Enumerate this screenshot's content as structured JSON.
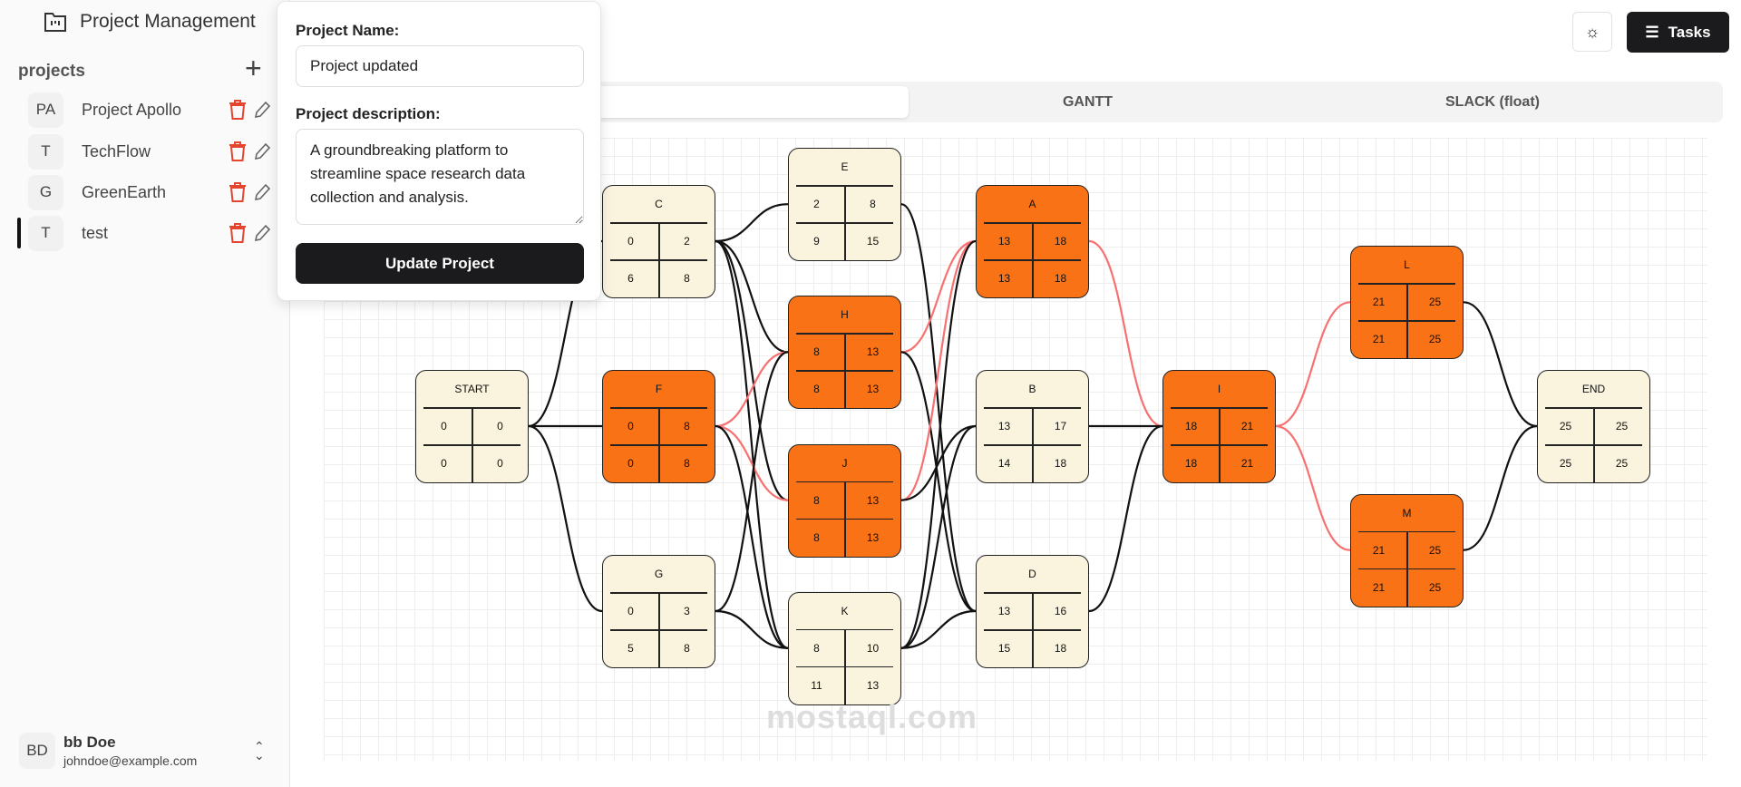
{
  "app": {
    "title": "Project Management"
  },
  "sidebar": {
    "section_label": "projects",
    "items": [
      {
        "initials": "PA",
        "name": "Project Apollo",
        "active": false
      },
      {
        "initials": "T",
        "name": "TechFlow",
        "active": false
      },
      {
        "initials": "G",
        "name": "GreenEarth",
        "active": false
      },
      {
        "initials": "T",
        "name": "test",
        "active": true
      }
    ],
    "user": {
      "initials": "BD",
      "name": "bb Doe",
      "email": "johndoe@example.com"
    }
  },
  "popup": {
    "name_label": "Project Name:",
    "name_value": "Project updated",
    "desc_label": "Project description:",
    "desc_value": "A groundbreaking platform to streamline space research data collection and analysis.",
    "button": "Update Project"
  },
  "header": {
    "tasks_label": "Tasks"
  },
  "tabs": [
    "",
    "GANTT",
    "SLACK (float)"
  ],
  "colors": {
    "critical": "#f97316",
    "normal": "#faf3dd",
    "critical_edge": "#f87171",
    "edge": "#111111"
  },
  "network": {
    "nodes": [
      {
        "id": "START",
        "es": 0,
        "ef": 0,
        "ls": 0,
        "lf": 0,
        "critical": false,
        "col": 0,
        "row": 2
      },
      {
        "id": "C",
        "es": 0,
        "ef": 2,
        "ls": 6,
        "lf": 8,
        "critical": false,
        "col": 1,
        "row": 1
      },
      {
        "id": "F",
        "es": 0,
        "ef": 8,
        "ls": 0,
        "lf": 8,
        "critical": true,
        "col": 1,
        "row": 2
      },
      {
        "id": "G",
        "es": 0,
        "ef": 3,
        "ls": 5,
        "lf": 8,
        "critical": false,
        "col": 1,
        "row": 3
      },
      {
        "id": "E",
        "es": 2,
        "ef": 8,
        "ls": 9,
        "lf": 15,
        "critical": false,
        "col": 2,
        "row": 0.8
      },
      {
        "id": "H",
        "es": 8,
        "ef": 13,
        "ls": 8,
        "lf": 13,
        "critical": true,
        "col": 2,
        "row": 1.6
      },
      {
        "id": "J",
        "es": 8,
        "ef": 13,
        "ls": 8,
        "lf": 13,
        "critical": true,
        "col": 2,
        "row": 2.4
      },
      {
        "id": "K",
        "es": 8,
        "ef": 10,
        "ls": 11,
        "lf": 13,
        "critical": false,
        "col": 2,
        "row": 3.2
      },
      {
        "id": "A",
        "es": 13,
        "ef": 18,
        "ls": 13,
        "lf": 18,
        "critical": true,
        "col": 3,
        "row": 1
      },
      {
        "id": "B",
        "es": 13,
        "ef": 17,
        "ls": 14,
        "lf": 18,
        "critical": false,
        "col": 3,
        "row": 2
      },
      {
        "id": "D",
        "es": 13,
        "ef": 16,
        "ls": 15,
        "lf": 18,
        "critical": false,
        "col": 3,
        "row": 3
      },
      {
        "id": "I",
        "es": 18,
        "ef": 21,
        "ls": 18,
        "lf": 21,
        "critical": true,
        "col": 4,
        "row": 2
      },
      {
        "id": "L",
        "es": 21,
        "ef": 25,
        "ls": 21,
        "lf": 25,
        "critical": true,
        "col": 5,
        "row": 1.33
      },
      {
        "id": "M",
        "es": 21,
        "ef": 25,
        "ls": 21,
        "lf": 25,
        "critical": true,
        "col": 5,
        "row": 2.67
      },
      {
        "id": "END",
        "es": 25,
        "ef": 25,
        "ls": 25,
        "lf": 25,
        "critical": false,
        "col": 6,
        "row": 2
      }
    ],
    "edges": [
      [
        "START",
        "C",
        0
      ],
      [
        "START",
        "F",
        0
      ],
      [
        "START",
        "G",
        0
      ],
      [
        "C",
        "E",
        0
      ],
      [
        "C",
        "H",
        0
      ],
      [
        "C",
        "J",
        0
      ],
      [
        "C",
        "K",
        0
      ],
      [
        "F",
        "H",
        1
      ],
      [
        "F",
        "J",
        1
      ],
      [
        "F",
        "K",
        0
      ],
      [
        "G",
        "H",
        0
      ],
      [
        "G",
        "K",
        0
      ],
      [
        "E",
        "D",
        0
      ],
      [
        "H",
        "A",
        1
      ],
      [
        "H",
        "D",
        0
      ],
      [
        "J",
        "A",
        1
      ],
      [
        "J",
        "B",
        0
      ],
      [
        "K",
        "A",
        0
      ],
      [
        "K",
        "B",
        0
      ],
      [
        "K",
        "D",
        0
      ],
      [
        "A",
        "I",
        1
      ],
      [
        "B",
        "I",
        0
      ],
      [
        "D",
        "I",
        0
      ],
      [
        "I",
        "L",
        1
      ],
      [
        "I",
        "M",
        1
      ],
      [
        "L",
        "END",
        0
      ],
      [
        "M",
        "END",
        0
      ]
    ]
  },
  "watermark": "mostaql.com"
}
